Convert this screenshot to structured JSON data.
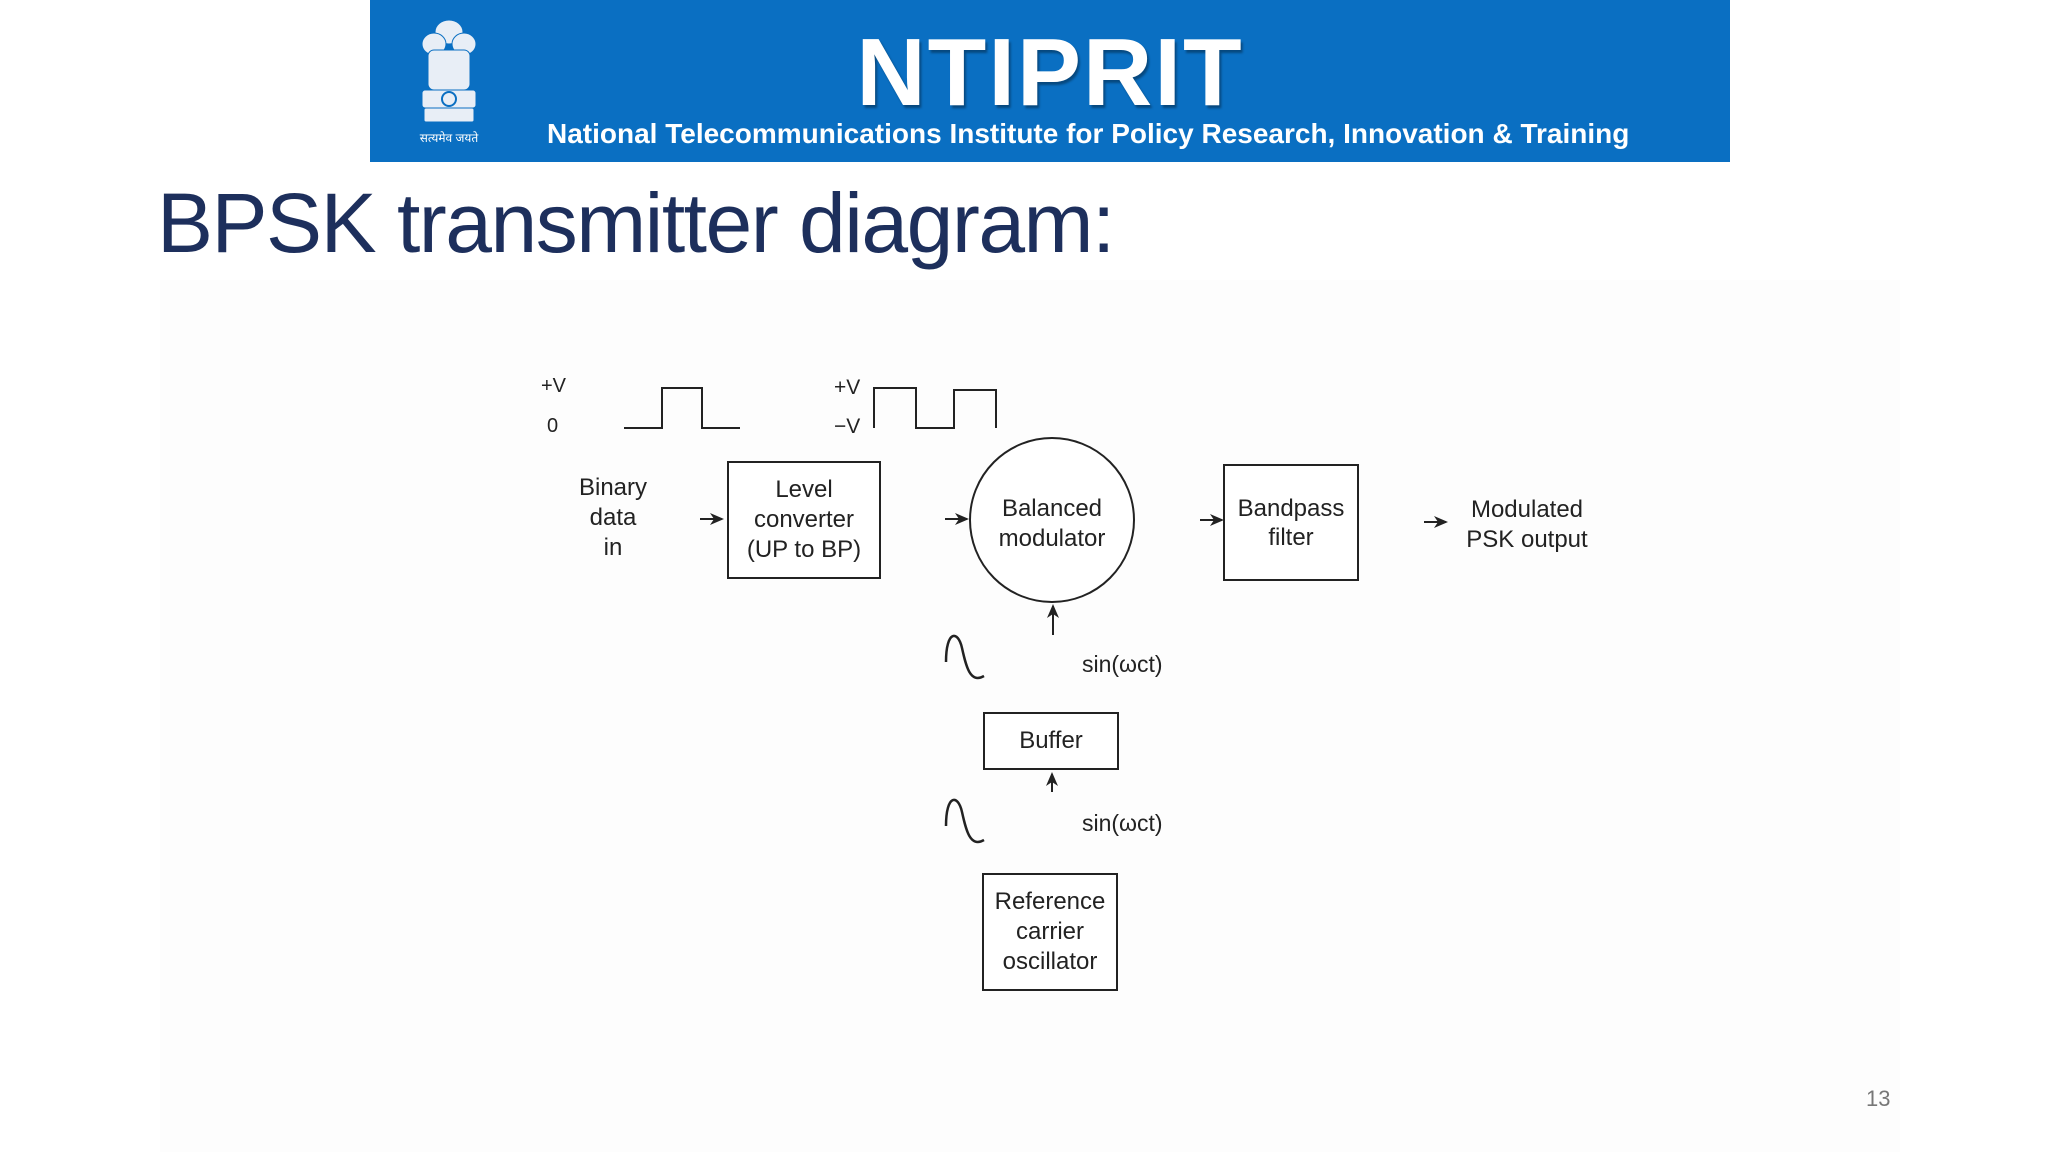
{
  "banner": {
    "title": "NTIPRIT",
    "subtitle": "National Telecommunications  Institute for Policy Research, Innovation & Training",
    "emblem_motto": "सत्यमेव जयते"
  },
  "slide": {
    "title": "BPSK transmitter diagram:",
    "page_number": "13"
  },
  "diagram": {
    "waveform_unipolar": {
      "high": "+V",
      "low": "0"
    },
    "waveform_bipolar": {
      "high": "+V",
      "low": "−V"
    },
    "input": [
      "Binary",
      "data",
      "in"
    ],
    "level_converter": [
      "Level",
      "converter",
      "(UP to BP)"
    ],
    "balanced_modulator": [
      "Balanced",
      "modulator"
    ],
    "bandpass_filter": [
      "Bandpass",
      "filter"
    ],
    "output": [
      "Modulated",
      "PSK output"
    ],
    "carrier_label_upper": "sin(ωct)",
    "buffer": "Buffer",
    "carrier_label_lower": "sin(ωct)",
    "oscillator": [
      "Reference",
      "carrier",
      "oscillator"
    ]
  }
}
